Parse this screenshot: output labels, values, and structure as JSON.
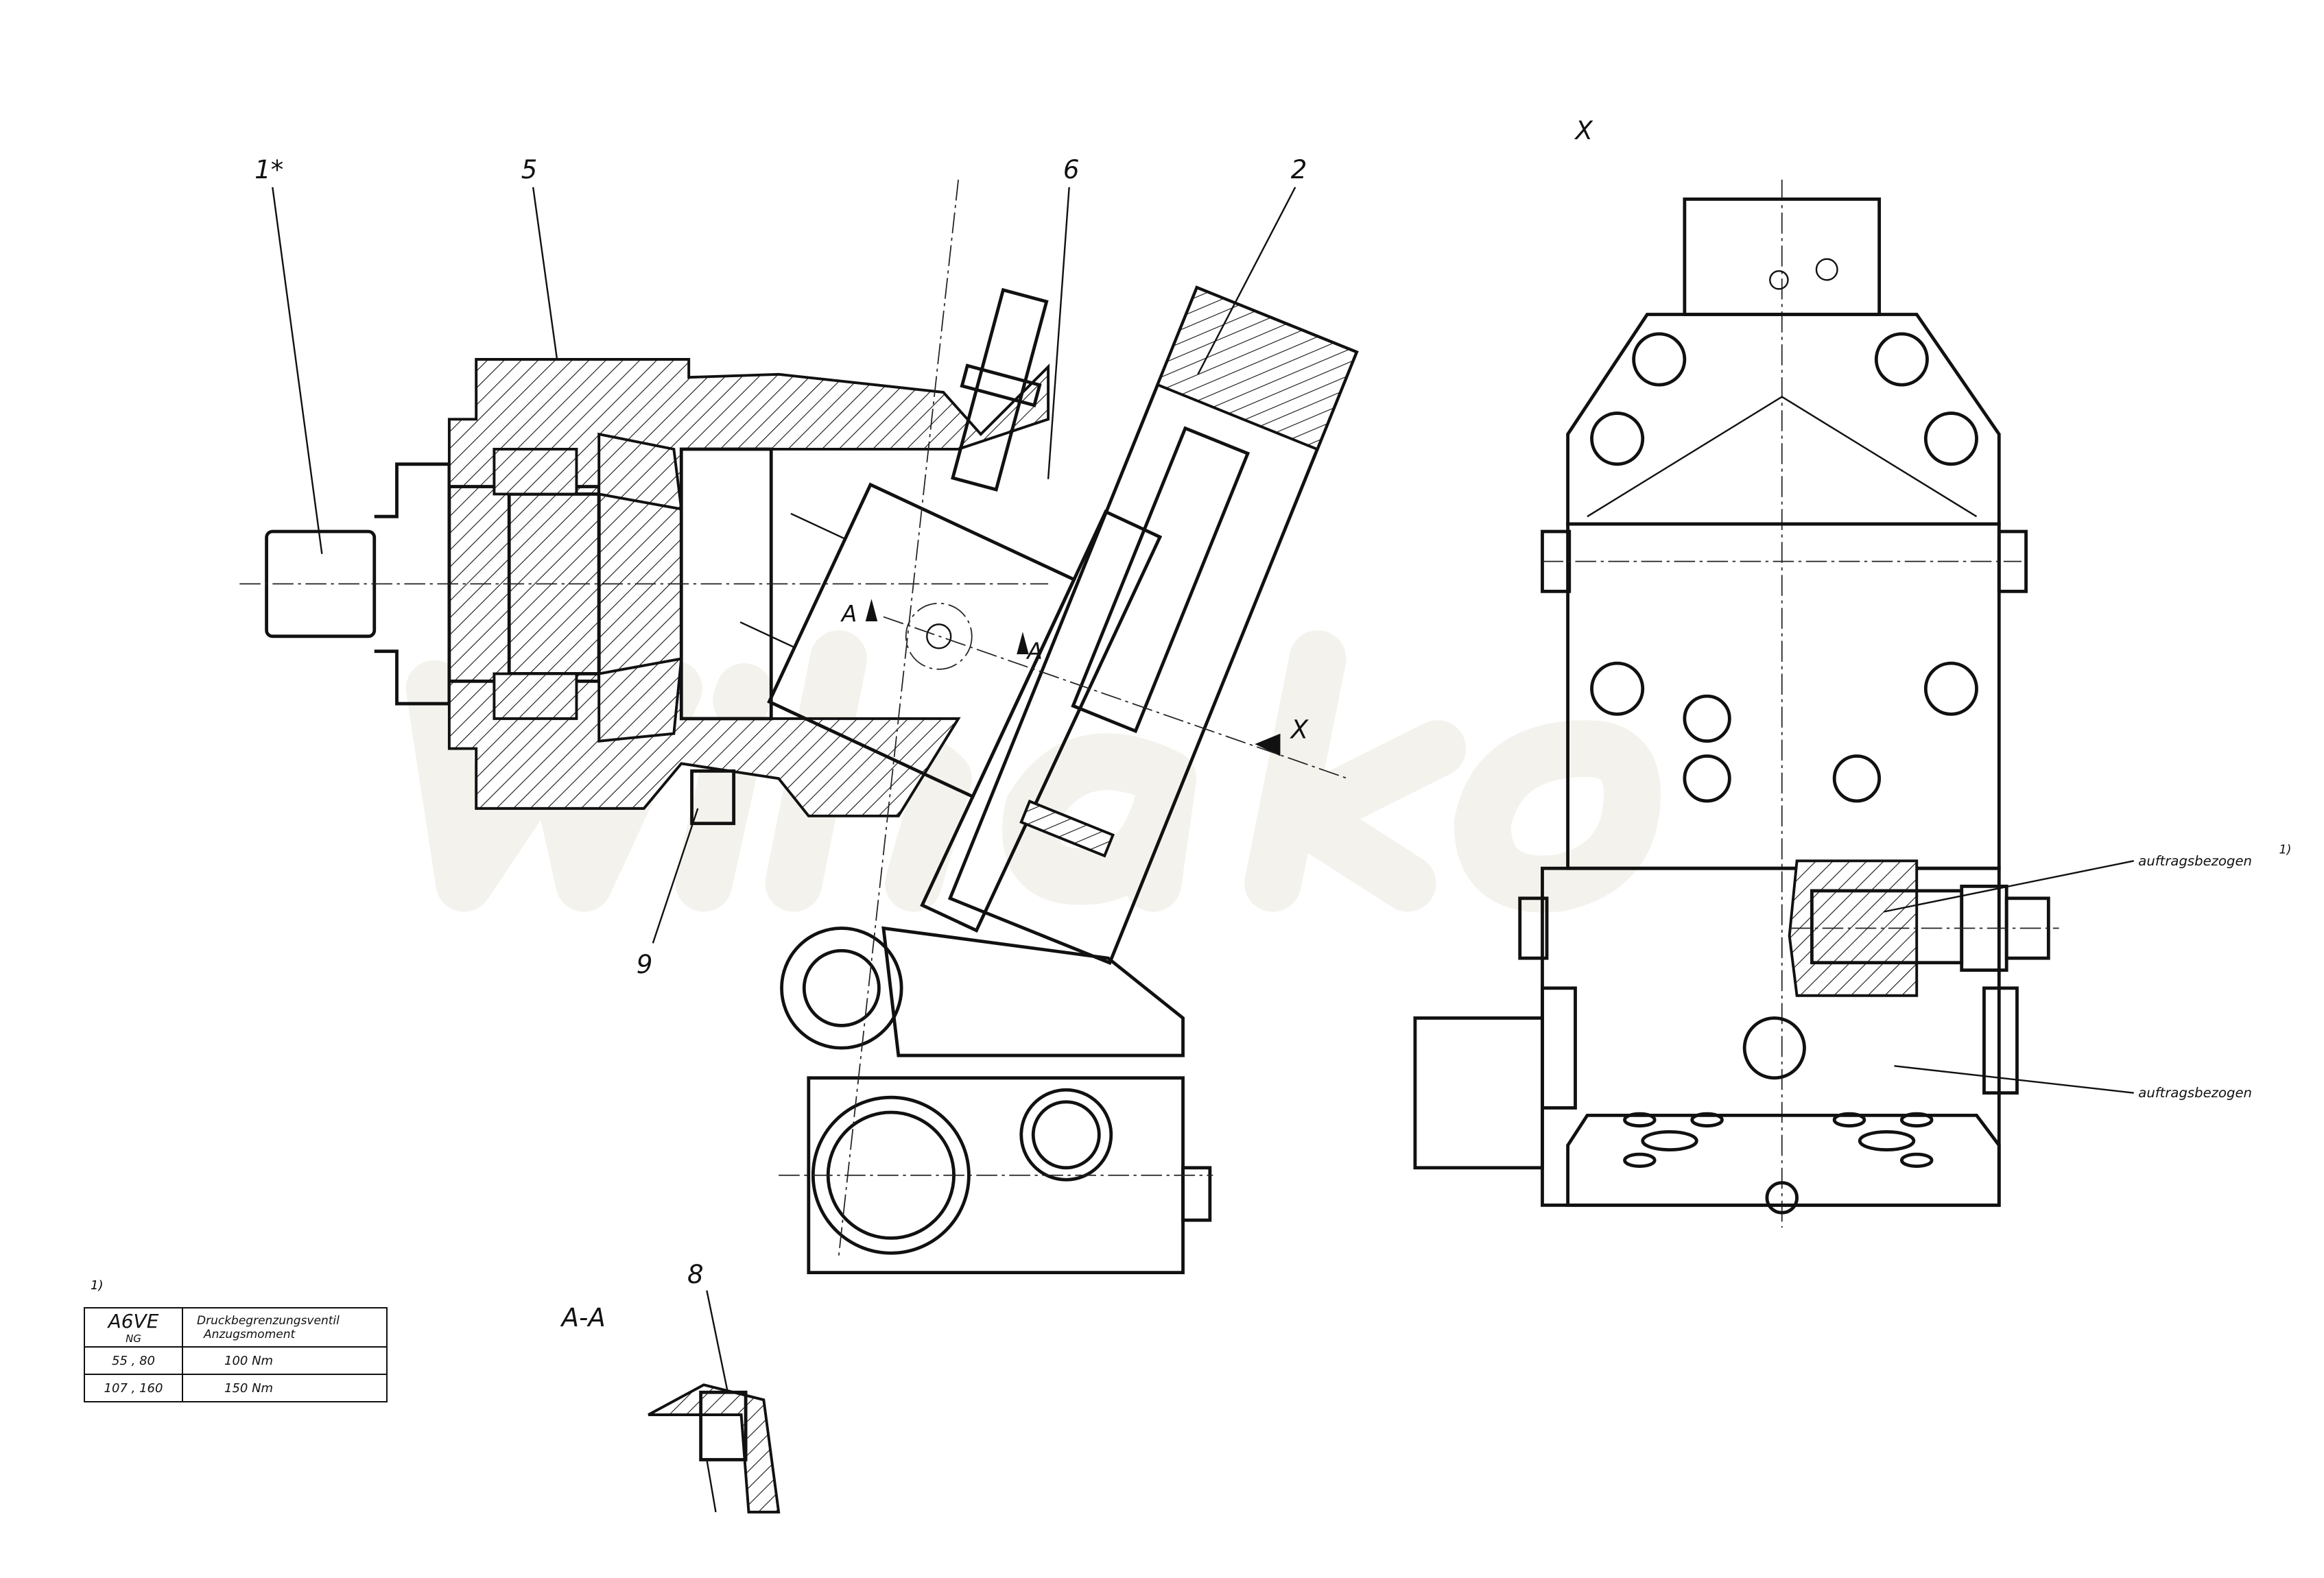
{
  "watermark": "wihako",
  "labels": {
    "item_1": "1*",
    "item_5": "5",
    "item_6": "6",
    "item_2": "2",
    "item_9": "9",
    "item_8": "8",
    "view_x_title": "X",
    "view_x_arrow": "X",
    "section_a_left": "A",
    "section_a_right": "A",
    "section_title": "A-A",
    "callout_1": "auftragsbezogen",
    "callout_1_note": "1)",
    "callout_2": "auftragsbezogen"
  },
  "table": {
    "footnote": "1)",
    "header_model": "A6VE",
    "header_ng": "NG",
    "header_desc_line1": "Druckbegrenzungsventil",
    "header_desc_line2": "Anzugsmoment",
    "rows": [
      {
        "ng": "55 , 80",
        "torque": "100 Nm"
      },
      {
        "ng": "107 , 160",
        "torque": "150 Nm"
      }
    ]
  }
}
